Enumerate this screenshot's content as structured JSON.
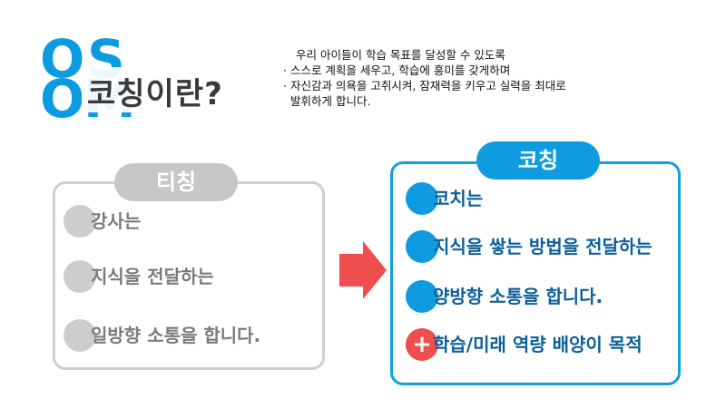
{
  "logo": {
    "o1": "O",
    "s": "S",
    "o2": "O",
    "m": "M"
  },
  "title": "코칭이란?",
  "description": [
    "우리 아이들이 학습 목표를 달성할 수 있도록",
    "· 스스로 계획을 세우고, 학습에 흥미를 갖게하며",
    "· 자신감과 의욕을 고취시켜, 잠재력을 키우고 실력을 최대로",
    "발휘하게 합니다."
  ],
  "teaching": {
    "label": "티칭",
    "items": [
      "강사는",
      "지식을 전달하는",
      "일방향 소통을 합니다."
    ]
  },
  "coaching": {
    "label": "코칭",
    "items": [
      "코치는",
      "지식을 쌓는 방법을 전달하는",
      "양방향 소통을 합니다."
    ],
    "extra": {
      "symbol": "+",
      "text": "학습/미래 역량 배양이 목적"
    }
  },
  "colors": {
    "accent_blue": "#0f9be0",
    "arrow_red": "#ef4e4e",
    "gray": "#c7c7c7"
  },
  "icons": {
    "arrow": "right-arrow-icon"
  }
}
